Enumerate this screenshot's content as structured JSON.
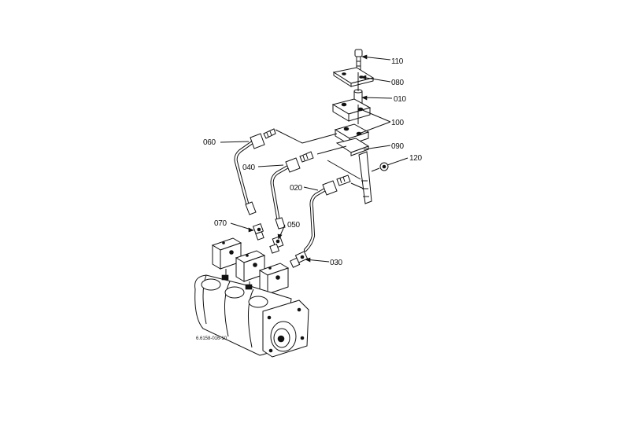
{
  "diagram": {
    "reference_code": "6.6158-016-10",
    "callouts": [
      {
        "id": "110",
        "label": "110"
      },
      {
        "id": "080",
        "label": "080"
      },
      {
        "id": "010",
        "label": "010"
      },
      {
        "id": "100",
        "label": "100"
      },
      {
        "id": "090",
        "label": "090"
      },
      {
        "id": "120",
        "label": "120"
      },
      {
        "id": "060",
        "label": "060"
      },
      {
        "id": "040",
        "label": "040"
      },
      {
        "id": "020",
        "label": "020"
      },
      {
        "id": "070",
        "label": "070"
      },
      {
        "id": "050",
        "label": "050"
      },
      {
        "id": "030",
        "label": "030"
      }
    ]
  }
}
